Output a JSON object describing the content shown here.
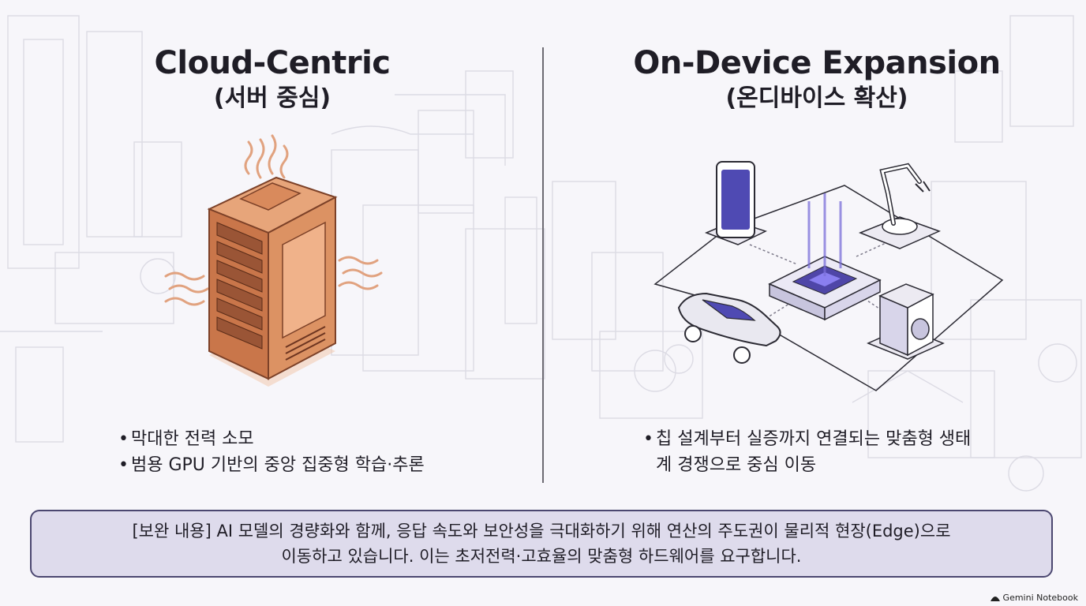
{
  "left": {
    "title": "Cloud-Centric",
    "subtitle": "(서버 중심)",
    "bullets": [
      "막대한 전력 소모",
      "범용 GPU 기반의 중앙 집중형 학습·추론"
    ]
  },
  "right": {
    "title": "On-Device Expansion",
    "subtitle": "(온디바이스 확산)",
    "bullets": [
      "칩 설계부터 실증까지 연결되는 맞춤형 생태계 경쟁으로 중심 이동"
    ]
  },
  "note": {
    "line1": "[보완 내용] AI 모델의 경량화와 함께, 응답 속도와 보안성을 극대화하기 위해 연산의 주도권이 물리적 현장(Edge)으로",
    "line2": "이동하고 있습니다. 이는 초저전력·고효율의 맞춤형 하드웨어를 요구합니다."
  },
  "brand": "Gemini Notebook",
  "colors": {
    "server_main": "#d9915f",
    "server_dark": "#9a5536",
    "heat_waves": "#e1a27f",
    "chip_glow": "#7a6fd9",
    "device_outline": "#2b2a33",
    "note_background": "#dedbec",
    "note_border": "#4b4770"
  },
  "icons": [
    "server-rack-icon",
    "heat-wave-icon",
    "smartphone-icon",
    "robot-arm-icon",
    "ai-chip-icon",
    "car-icon",
    "washing-machine-icon"
  ]
}
